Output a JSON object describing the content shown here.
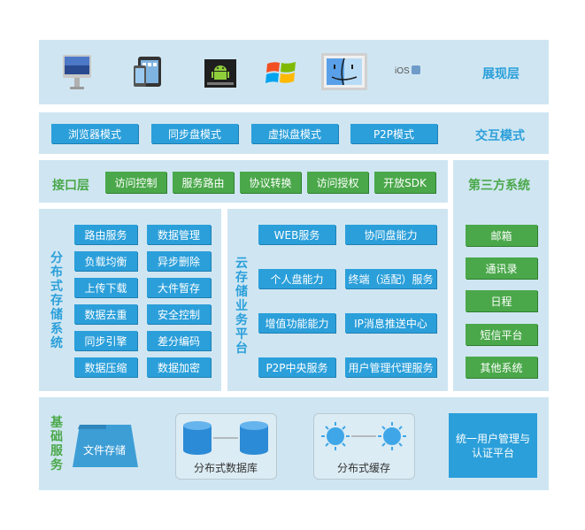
{
  "display_layer": {
    "label": "展现层",
    "ios_text": "iOS",
    "icons": [
      "imac-icon",
      "ipad-icon",
      "android-icon",
      "windows-icon",
      "mac-finder-icon",
      "ios-icon"
    ]
  },
  "interaction": {
    "label": "交互模式",
    "modes": [
      "浏览器模式",
      "同步盘模式",
      "虚拟盘模式",
      "P2P模式"
    ]
  },
  "interface": {
    "label": "接口层",
    "items": [
      "访问控制",
      "服务路由",
      "协议转换",
      "访问授权",
      "开放SDK"
    ]
  },
  "third_party": {
    "label": "第三方系统",
    "items": [
      "邮箱",
      "通讯录",
      "日程",
      "短信平台",
      "其他系统"
    ]
  },
  "distributed_storage": {
    "label": "分布式存储系统",
    "left": [
      "路由服务",
      "负载均衡",
      "上传下载",
      "数据去重",
      "同步引擎",
      "数据压缩"
    ],
    "right": [
      "数据管理",
      "异步删除",
      "大件暂存",
      "安全控制",
      "差分编码",
      "数据加密"
    ]
  },
  "cloud_platform": {
    "label": "云存储业务平台",
    "left": [
      "WEB服务",
      "个人盘能力",
      "增值功能能力",
      "P2P中央服务"
    ],
    "right": [
      "协同盘能力",
      "终端（适配）服务",
      "IP消息推送中心",
      "用户管理代理服务"
    ]
  },
  "infrastructure": {
    "label": "基础服务",
    "file_storage": "文件存储",
    "database": "分布式数据库",
    "cache": "分布式缓存",
    "auth": "统一用户管理与认证平台"
  },
  "colors": {
    "band": "#cfe6f2",
    "blue": "#2b9fda",
    "green": "#4aa84a"
  }
}
